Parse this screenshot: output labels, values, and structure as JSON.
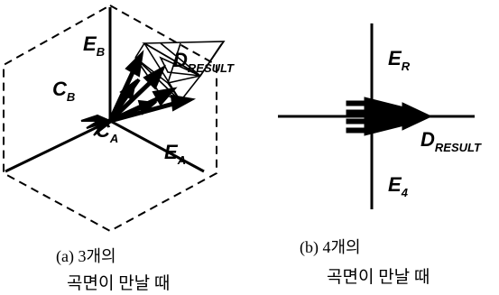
{
  "panel_a": {
    "labels": {
      "e_b": "E",
      "e_b_sub": "B",
      "d_result": "D",
      "d_result_sub": "RESULT",
      "c_b": "C",
      "c_b_sub": "B",
      "c_a": "C",
      "c_a_sub": "A",
      "e_a": "E",
      "e_a_sub": "A"
    },
    "caption_line1": "(a) 3개의",
    "caption_line2": "곡면이 만날 때"
  },
  "panel_b": {
    "labels": {
      "e_r": "E",
      "e_r_sub": "R",
      "d_result": "D",
      "d_result_sub": "RESULT",
      "e_4": "E",
      "e_4_sub": "4"
    },
    "caption_line1": "(b) 4개의",
    "caption_line2": "곡면이 만날 때"
  }
}
